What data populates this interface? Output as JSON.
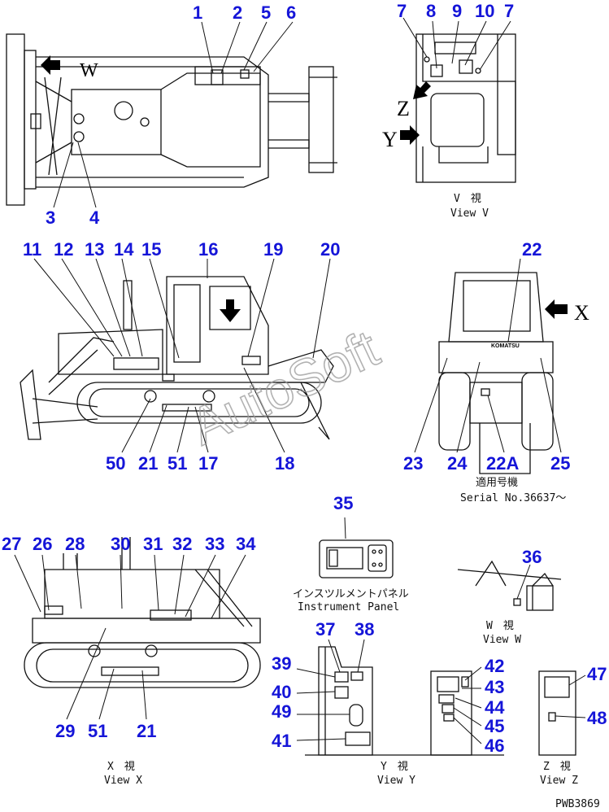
{
  "callouts": [
    "1",
    "2",
    "3",
    "4",
    "5",
    "6",
    "7",
    "8",
    "9",
    "10",
    "11",
    "12",
    "13",
    "14",
    "15",
    "16",
    "17",
    "18",
    "19",
    "20",
    "21",
    "22",
    "22A",
    "23",
    "24",
    "25",
    "26",
    "27",
    "28",
    "29",
    "30",
    "31",
    "32",
    "33",
    "34",
    "35",
    "36",
    "37",
    "38",
    "39",
    "40",
    "41",
    "42",
    "43",
    "44",
    "45",
    "46",
    "47",
    "48",
    "49",
    "50",
    "51"
  ],
  "captions": {
    "view_v_jp": "V　視",
    "view_v": "View V",
    "serial_jp": "適用号機",
    "serial": "Serial No.36637～",
    "instrument_jp": "インスツルメントパネル",
    "instrument": "Instrument Panel",
    "view_w_jp": "W　視",
    "view_w": "View W",
    "view_x_jp": "X　視",
    "view_x": "View X",
    "view_y_jp": "Y　視",
    "view_y": "View Y",
    "view_z_jp": "Z　視",
    "view_z": "View Z"
  },
  "view_letters": {
    "w_top": "W",
    "z": "Z",
    "y": "Y",
    "x": "X"
  },
  "watermark": "AutoSoft",
  "logo_text": "KOMATSU",
  "drawing_code": "PWB3869"
}
